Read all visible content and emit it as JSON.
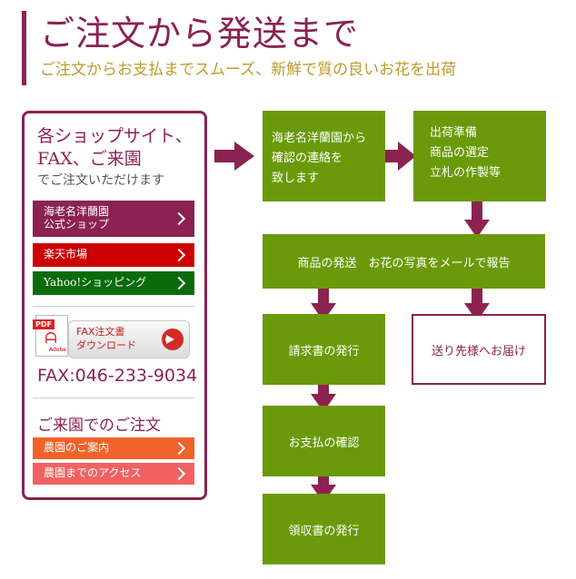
{
  "header": {
    "title": "ご注文から発送まで",
    "subtitle": "ご注文からお支払までスムーズ、新鮮で質の良いお花を出荷"
  },
  "order_panel": {
    "heading_line1": "各ショップサイト、",
    "heading_line2": "FAX、ご来園",
    "heading_line3": "でご注文いただけます",
    "shop_buttons": [
      {
        "label_line1": "海老名洋蘭園",
        "label_line2": "公式ショップ"
      },
      {
        "label_line1": "楽天市場",
        "label_line2": ""
      },
      {
        "label_line1": "Yahoo!ショッピング",
        "label_line2": ""
      }
    ],
    "pdf_badge": "PDF",
    "pdf_brand": "Adobe",
    "fax_download_line1": "FAX注文書",
    "fax_download_line2": "ダウンロード",
    "fax_number": "FAX:046-233-9034",
    "visit_heading": "ご来園でのご注文",
    "visit_buttons": [
      {
        "label": "農園のご案内"
      },
      {
        "label": "農園までのアクセス"
      }
    ]
  },
  "flow": {
    "step1": [
      "海老名洋蘭園から",
      "確認の連絡を",
      "致します"
    ],
    "step2": [
      "出荷準備",
      "商品の選定",
      "立札の作製等"
    ],
    "step3": "商品の発送　お花の写真をメールで報告",
    "step4": "請求書の発行",
    "step5": "お支払の確認",
    "step6": "領収書の発行",
    "step7": "送り先様へお届け"
  },
  "colors": {
    "accent": "#8b2252",
    "subtitle": "#c09a2a",
    "flow_green": "#6a9a0a",
    "rakuten_red": "#cc0000",
    "yahoo_green": "#0a6b0a",
    "farm_orange": "#f0622a",
    "access_pink": "#f06262"
  }
}
